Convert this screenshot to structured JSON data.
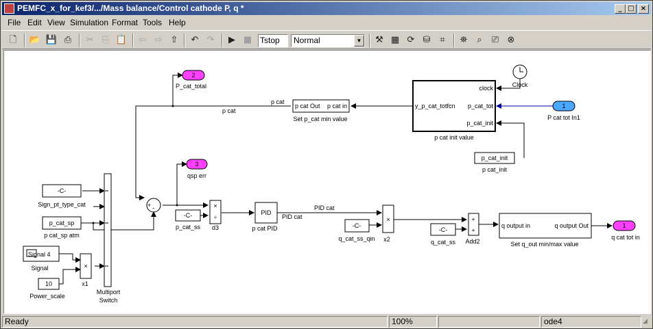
{
  "window": {
    "title": "PEMFC_x_for_kef3/.../Mass balance/Control cathode P, q *"
  },
  "menu": [
    "File",
    "Edit",
    "View",
    "Simulation",
    "Format",
    "Tools",
    "Help"
  ],
  "toolbar": {
    "stop_time": "Tstop",
    "sim_mode": "Normal"
  },
  "blocks": {
    "out2_num": "2",
    "out2_label": "P_cat_total",
    "out3_num": "3",
    "out3_label": "qsp err",
    "out1_num": "1",
    "out1_label": "q cat tot in",
    "in1_num": "1",
    "in1_label": "P cat tot In1",
    "clock_label": "Clock",
    "pinit_block": {
      "in_clock": "clock",
      "in_pcat": "p_cat_tot",
      "in_init": "p_cat_init",
      "out": "y_p_cat_totfcn",
      "label": "p cat init value"
    },
    "pcat_init_const": "p_cat_init",
    "pcat_init_label": "p cat_init",
    "setp": {
      "out": "p cat Out",
      "in": "p cat in",
      "label": "Set p_cat min value"
    },
    "sig_const": "-C-",
    "sig_label": "Sign_pt_type_cat",
    "pcatsp_const": "p_cat_sp",
    "pcatsp_label": "p cat_sp atm",
    "signal_text": "Signal 4",
    "signal_label": "Signal",
    "power_const": "10",
    "power_label": "Power_scale",
    "x1_label": "x1",
    "switch_label1": "Multiport",
    "switch_label2": "Switch",
    "sum_plus": "+",
    "sum_minus": "-",
    "pcatss_const": "-C-",
    "pcatss_label": "p_cat_ss",
    "d3_label": "d3",
    "d3_mul": "×",
    "d3_div": "÷",
    "pid_text": "PID",
    "pid_label": "p cat PID",
    "qcatin_const": "-C-",
    "qcatin_label": "q_cat_ss_qin",
    "x2_label": "x2",
    "qcatss_const": "-C-",
    "qcatss_label": "q_cat_ss",
    "add2_label": "Add2",
    "add2_p1": "+",
    "add2_p2": "+",
    "setq": {
      "in": "q output  in",
      "out": "q output  Out",
      "label": "Set q_out min/max value"
    },
    "mul_sign": "×"
  },
  "signals": {
    "pcat_top": "p cat",
    "pcat_mid": "p cat",
    "pid_cat": "PID cat",
    "pid_cat2": "PID cat"
  },
  "status": {
    "ready": "Ready",
    "zoom": "100%",
    "solver": "ode4"
  }
}
